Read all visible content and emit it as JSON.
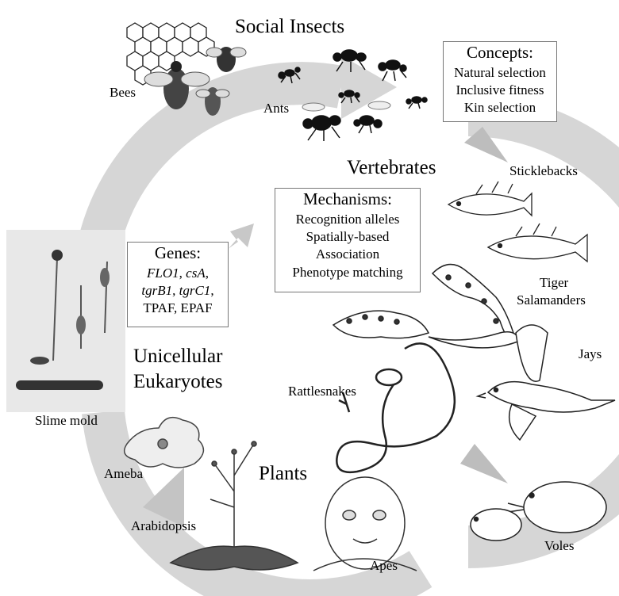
{
  "headings": {
    "social_insects": "Social Insects",
    "vertebrates": "Vertebrates",
    "unicellular_line1": "Unicellular",
    "unicellular_line2": "Eukaryotes",
    "plants": "Plants"
  },
  "organisms": {
    "bees": "Bees",
    "ants": "Ants",
    "sticklebacks": "Sticklebacks",
    "tiger_line1": "Tiger",
    "tiger_line2": "Salamanders",
    "jays": "Jays",
    "rattlesnakes": "Rattlesnakes",
    "voles": "Voles",
    "apes": "Apes",
    "arabidopsis": "Arabidopsis",
    "ameba": "Ameba",
    "slime_mold": "Slime mold"
  },
  "concepts": {
    "title": "Concepts:",
    "items": [
      "Natural selection",
      "Inclusive fitness",
      "Kin selection"
    ]
  },
  "mechanisms": {
    "title": "Mechanisms:",
    "items": [
      "Recognition alleles",
      "Spatially-based",
      "Association",
      "Phenotype matching"
    ]
  },
  "genes": {
    "title": "Genes:",
    "row1_a": "FLO1",
    "row1_sep": ", ",
    "row1_b": "csA",
    "row1_end": ",",
    "row2_a": "tgrB1",
    "row2_sep": ", ",
    "row2_b": "tgrC1",
    "row2_end": ",",
    "row3": "TPAF, EPAF"
  }
}
